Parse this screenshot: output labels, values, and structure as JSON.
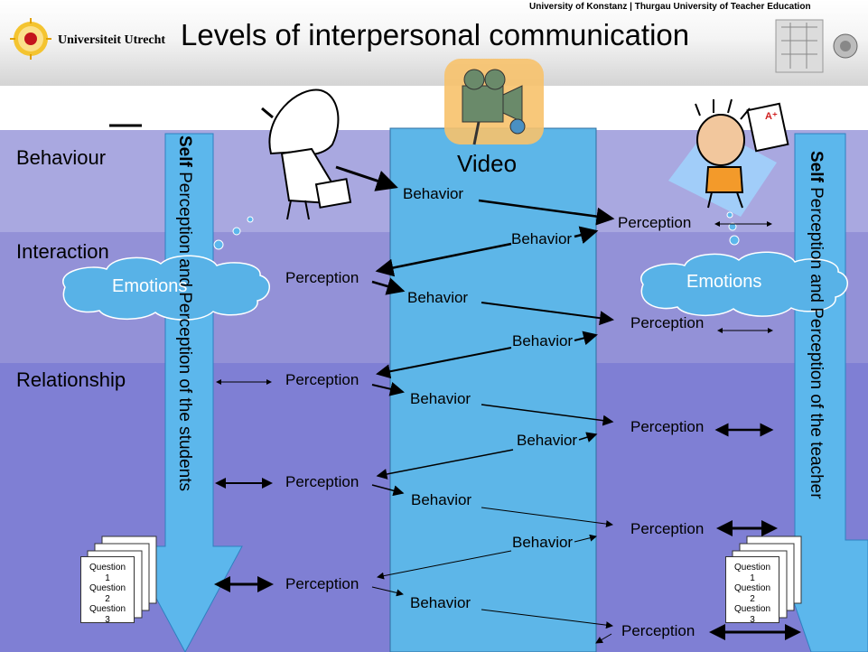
{
  "slide": {
    "title": "Levels of interpersonal communication",
    "institution_text": "Universiteit Utrecht",
    "affiliation": "University of Konstanz | Thurgau University of Teacher Education"
  },
  "levels": [
    "Behaviour",
    "Interaction",
    "Relationship"
  ],
  "video_label": "Video",
  "left_column": {
    "label_bold": "Self",
    "label_rest": " Perception and Perception of the students"
  },
  "right_column": {
    "label_bold": "Self",
    "label_rest": " Perception and Perception of the teacher"
  },
  "emotions_left": "Emotions",
  "emotions_right": "Emotions",
  "behavior_label": "Behavior",
  "perception_label": "Perception",
  "questionnaire": [
    "Question",
    "1",
    "Question",
    "2",
    "Question",
    "3"
  ],
  "colors": {
    "behaviour_band": "#a9a8e0",
    "interaction_band": "#9391d7",
    "relationship_band": "#7f7fd4",
    "video_column": "#5db6e8",
    "arrow_fill": "#5cb7ec",
    "cloud": "#58b2e7"
  },
  "icons": [
    "university-logo-icon",
    "teacher-figure-icon",
    "student-figure-icon",
    "video-camera-icon",
    "campus-thumbnail-icon",
    "emblem-icon"
  ]
}
